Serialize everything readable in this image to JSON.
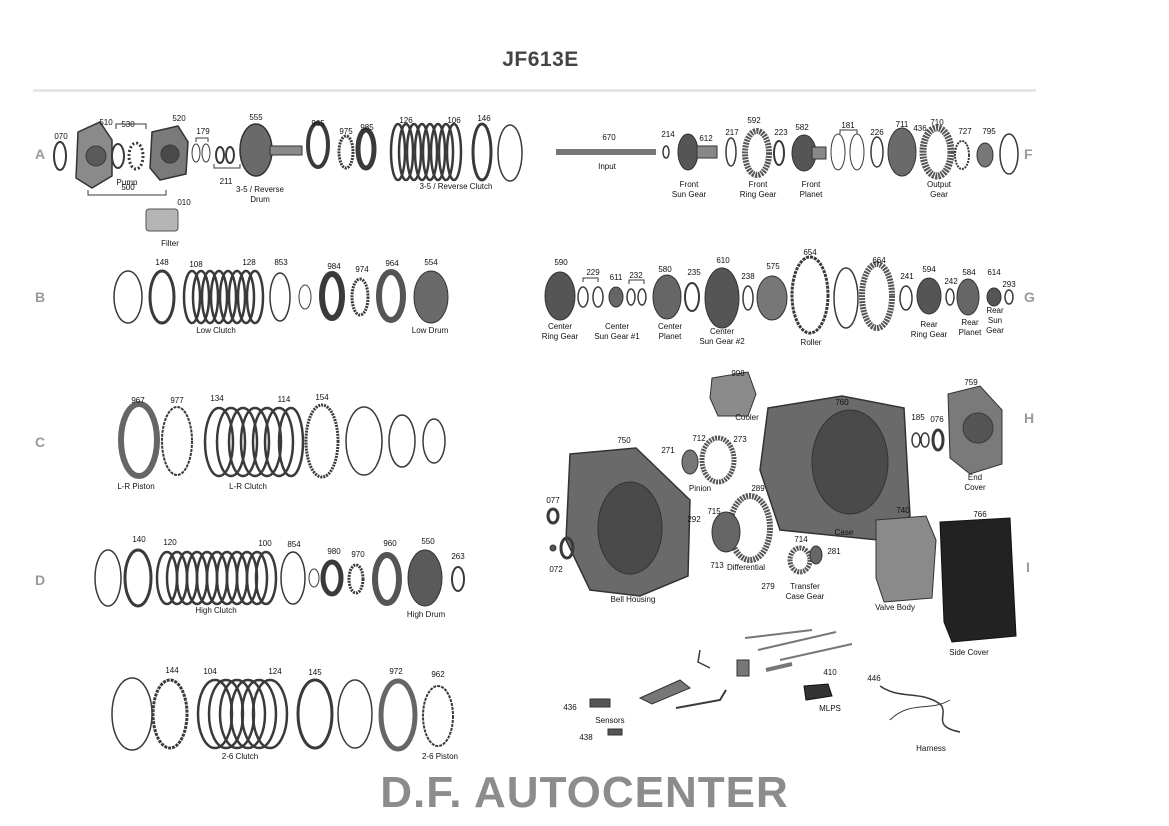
{
  "title": "JF613E",
  "footer": "D.F. AUTOCENTER",
  "row_letters": [
    "A",
    "B",
    "C",
    "D",
    "F",
    "G",
    "H",
    "I"
  ],
  "part_numbers": [
    "070",
    "510",
    "530",
    "520",
    "179",
    "555",
    "965",
    "975",
    "985",
    "126",
    "106",
    "146",
    "500",
    "211",
    "010",
    "670",
    "214",
    "612",
    "217",
    "592",
    "223",
    "582",
    "181",
    "226",
    "711",
    "436",
    "710",
    "727",
    "795",
    "148",
    "108",
    "128",
    "853",
    "984",
    "974",
    "964",
    "554",
    "590",
    "229",
    "611",
    "232",
    "580",
    "235",
    "610",
    "238",
    "575",
    "654",
    "664",
    "241",
    "594",
    "242",
    "584",
    "614",
    "293",
    "967",
    "977",
    "134",
    "114",
    "154",
    "998",
    "760",
    "185",
    "076",
    "759",
    "750",
    "271",
    "712",
    "273",
    "289",
    "077",
    "292",
    "715",
    "713",
    "714",
    "281",
    "279",
    "740",
    "766",
    "072",
    "140",
    "120",
    "100",
    "854",
    "980",
    "970",
    "960",
    "550",
    "263",
    "144",
    "104",
    "124",
    "145",
    "972",
    "962",
    "410",
    "446",
    "436",
    "438"
  ],
  "captions": [
    "Pump",
    "Filter",
    "3-5 / Reverse Drum",
    "3-5 / Reverse Clutch",
    "Input",
    "Front Sun Gear",
    "Front Ring Gear",
    "Front Planet",
    "Output Gear",
    "Low Clutch",
    "Low Drum",
    "Center Ring Gear",
    "Center Sun Gear #1",
    "Center Planet",
    "Center Sun Gear #2",
    "Roller",
    "Rear Ring Gear",
    "Rear Planet",
    "Rear Sun Gear",
    "L-R Piston",
    "L-R Clutch",
    "Cooler",
    "End Cover",
    "Pinion",
    "Case",
    "Differential",
    "Transfer Case Gear",
    "Bell Housing",
    "Valve Body",
    "Side Cover",
    "High Clutch",
    "High Drum",
    "2-6 Clutch",
    "2-6 Piston",
    "Sensors",
    "MLPS",
    "Harness"
  ],
  "colors": {
    "title": "#444444",
    "footer": "#8c8c8c",
    "row_letter": "#9a9a9a",
    "rule": "#e6e6e6",
    "part_dark": "#3a3a3a",
    "part_mid": "#7a7a7a",
    "part_light": "#b5b5b5"
  }
}
